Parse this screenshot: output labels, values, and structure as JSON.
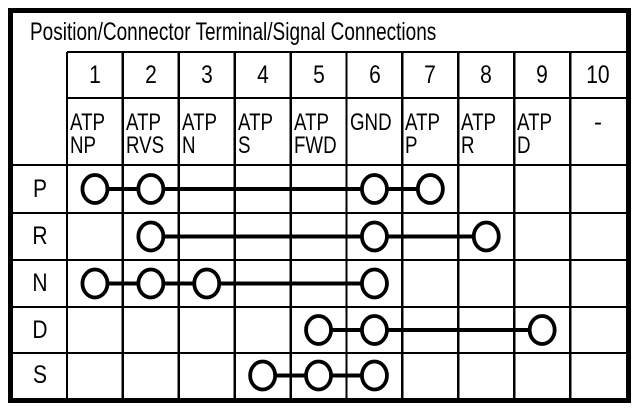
{
  "title": "Position/Connector Terminal/Signal Connections",
  "table": {
    "terminals": [
      "1",
      "2",
      "3",
      "4",
      "5",
      "6",
      "7",
      "8",
      "9",
      "10"
    ],
    "signals": [
      "ATP NP",
      "ATP RVS",
      "ATP N",
      "ATP S",
      "ATP FWD",
      "GND",
      "ATP P",
      "ATP R",
      "ATP D",
      "-"
    ],
    "positions": [
      {
        "label": "P",
        "connected_terminals": [
          1,
          2,
          6,
          7
        ]
      },
      {
        "label": "R",
        "connected_terminals": [
          2,
          6,
          8
        ]
      },
      {
        "label": "N",
        "connected_terminals": [
          1,
          2,
          3,
          6
        ]
      },
      {
        "label": "D",
        "connected_terminals": [
          5,
          6,
          9
        ]
      },
      {
        "label": "S",
        "connected_terminals": [
          4,
          5,
          6
        ]
      }
    ]
  },
  "colors": {
    "ink": "#000000",
    "paper": "#ffffff"
  }
}
